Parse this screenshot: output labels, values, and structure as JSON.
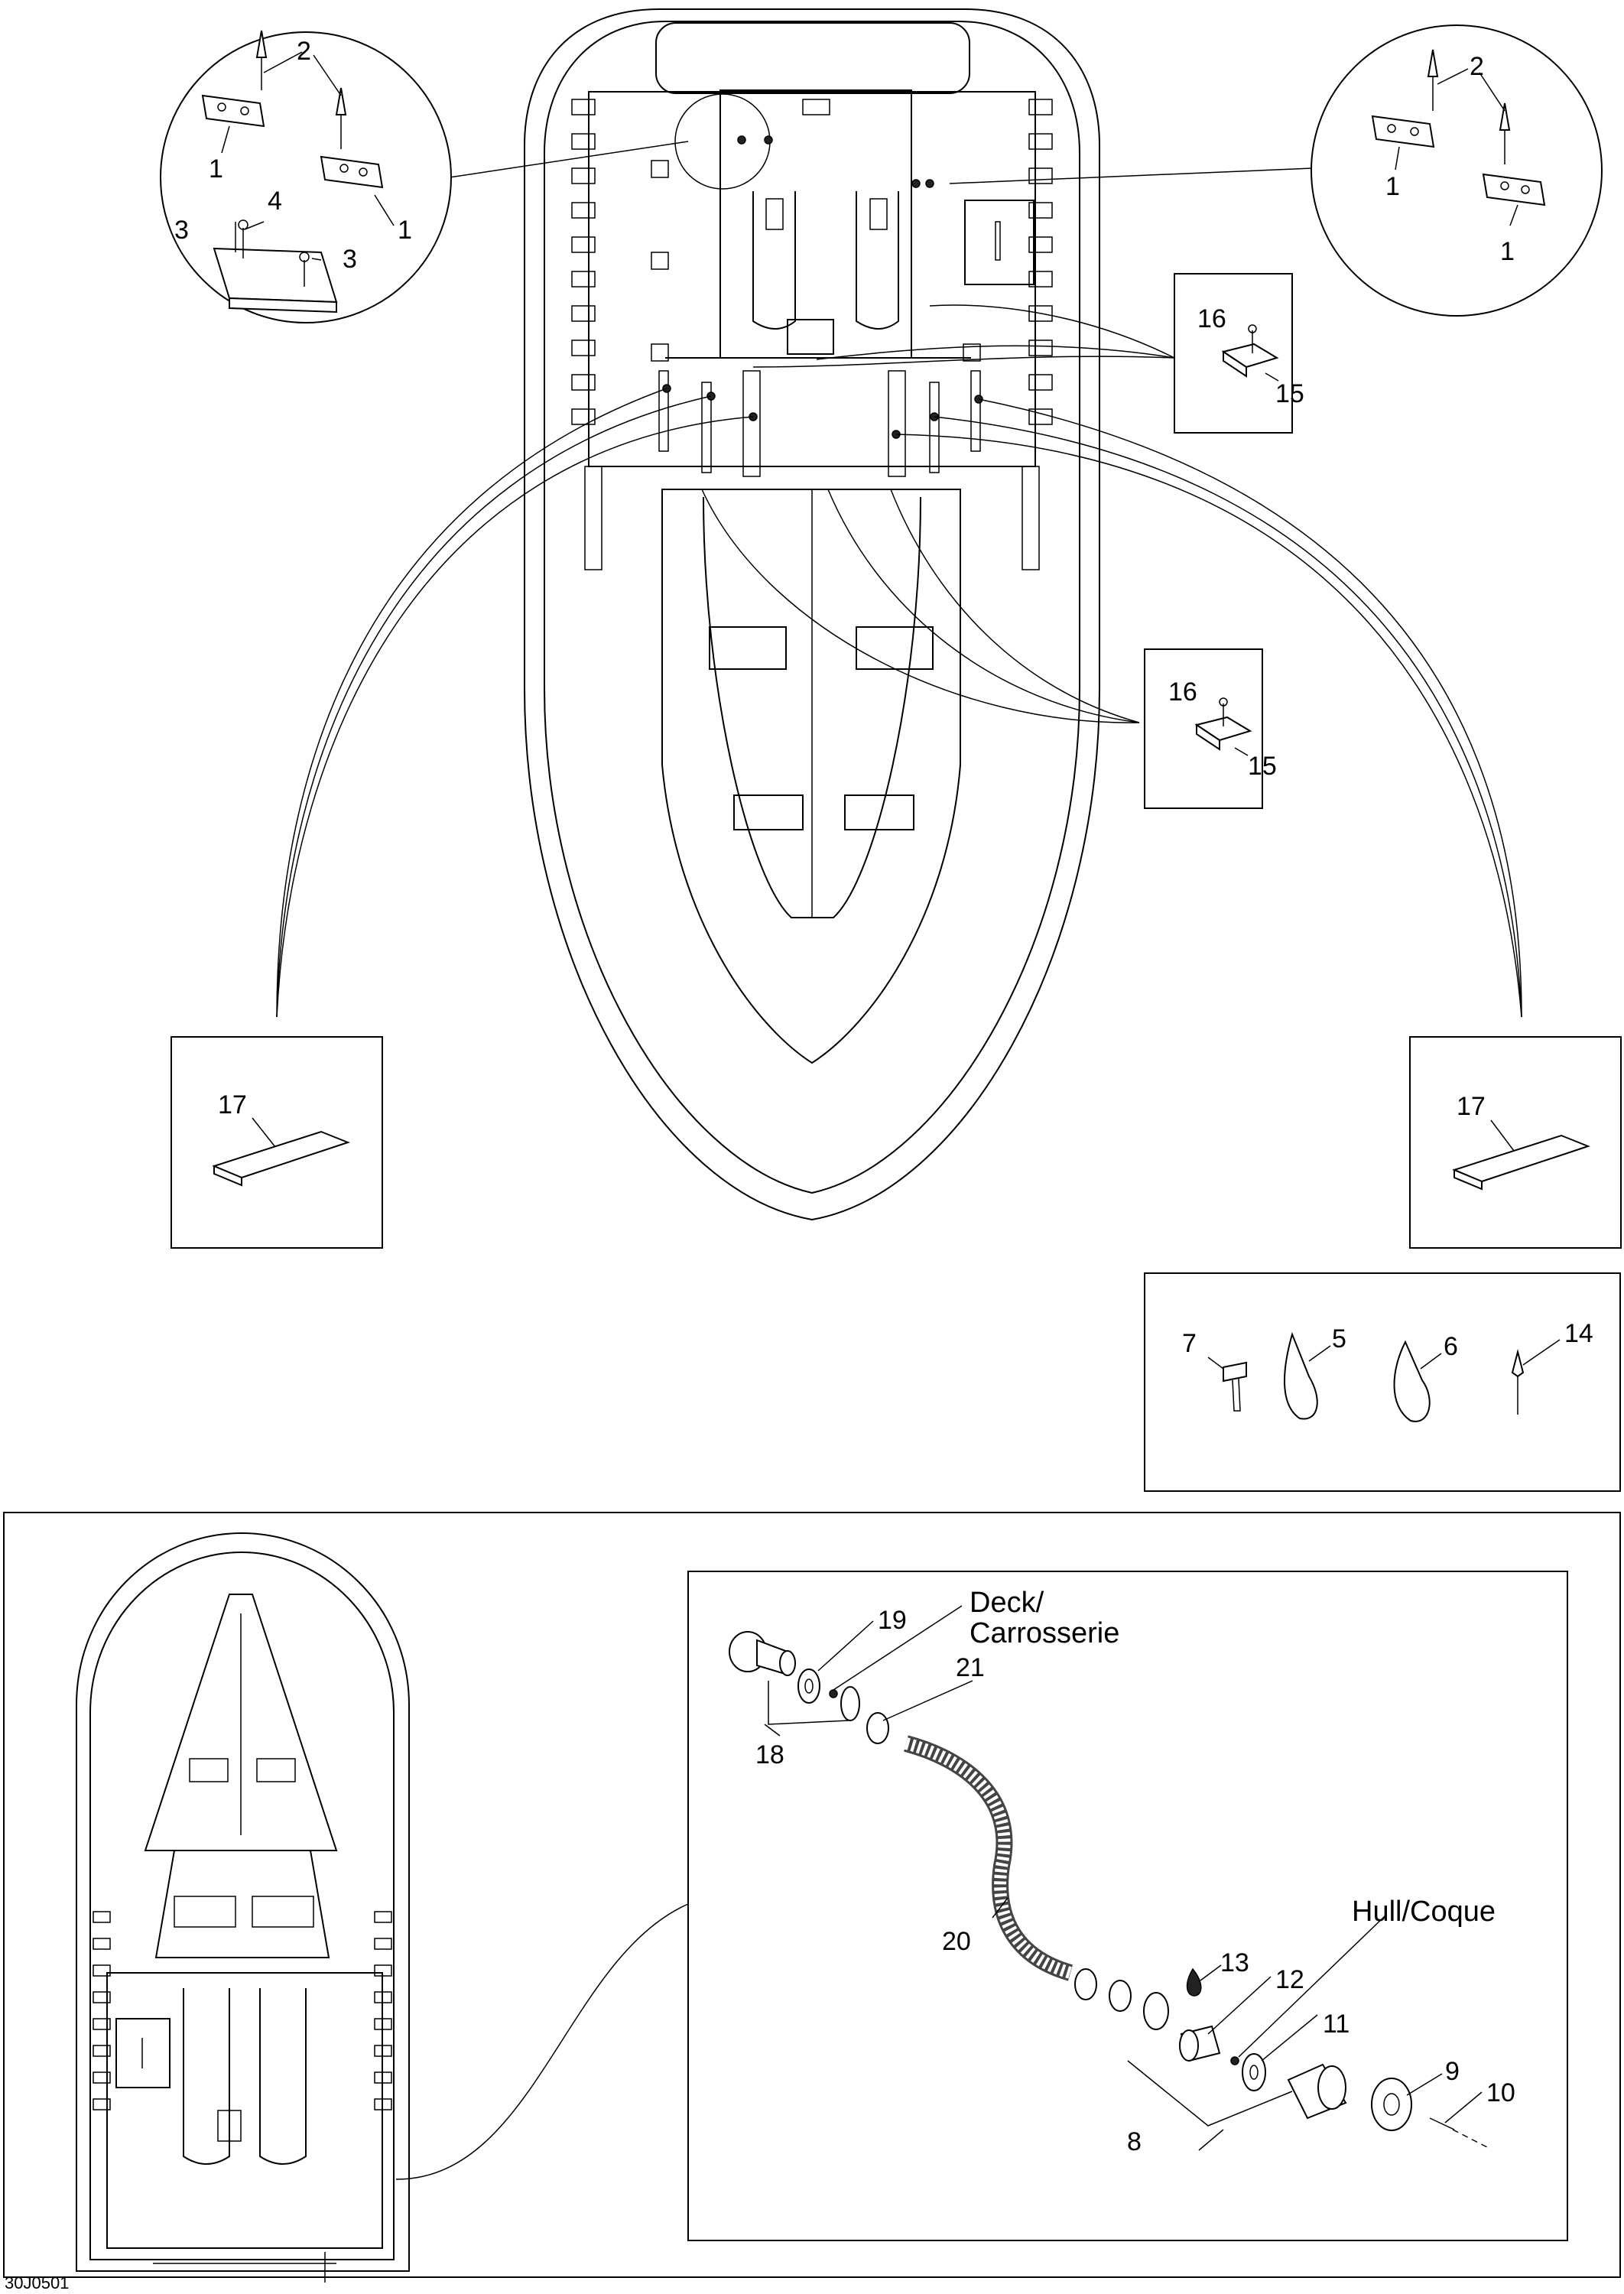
{
  "callouts": {
    "zoom_left": [
      "2",
      "1",
      "1",
      "4",
      "3",
      "3"
    ],
    "zoom_right": [
      "2",
      "1",
      "1"
    ],
    "box_upper": [
      "16",
      "15"
    ],
    "box_lower": [
      "16",
      "15"
    ],
    "box_left": "17",
    "box_right": "17",
    "box_fasteners": [
      "7",
      "5",
      "6",
      "14"
    ],
    "detail": [
      "19",
      "21",
      "18",
      "20",
      "13",
      "12",
      "11",
      "9",
      "10",
      "8"
    ]
  },
  "captions": {
    "deck_line1": "Deck/",
    "deck_line2": "Carrosserie",
    "hull": "Hull/Coque"
  },
  "figure_ref": "30J0501"
}
